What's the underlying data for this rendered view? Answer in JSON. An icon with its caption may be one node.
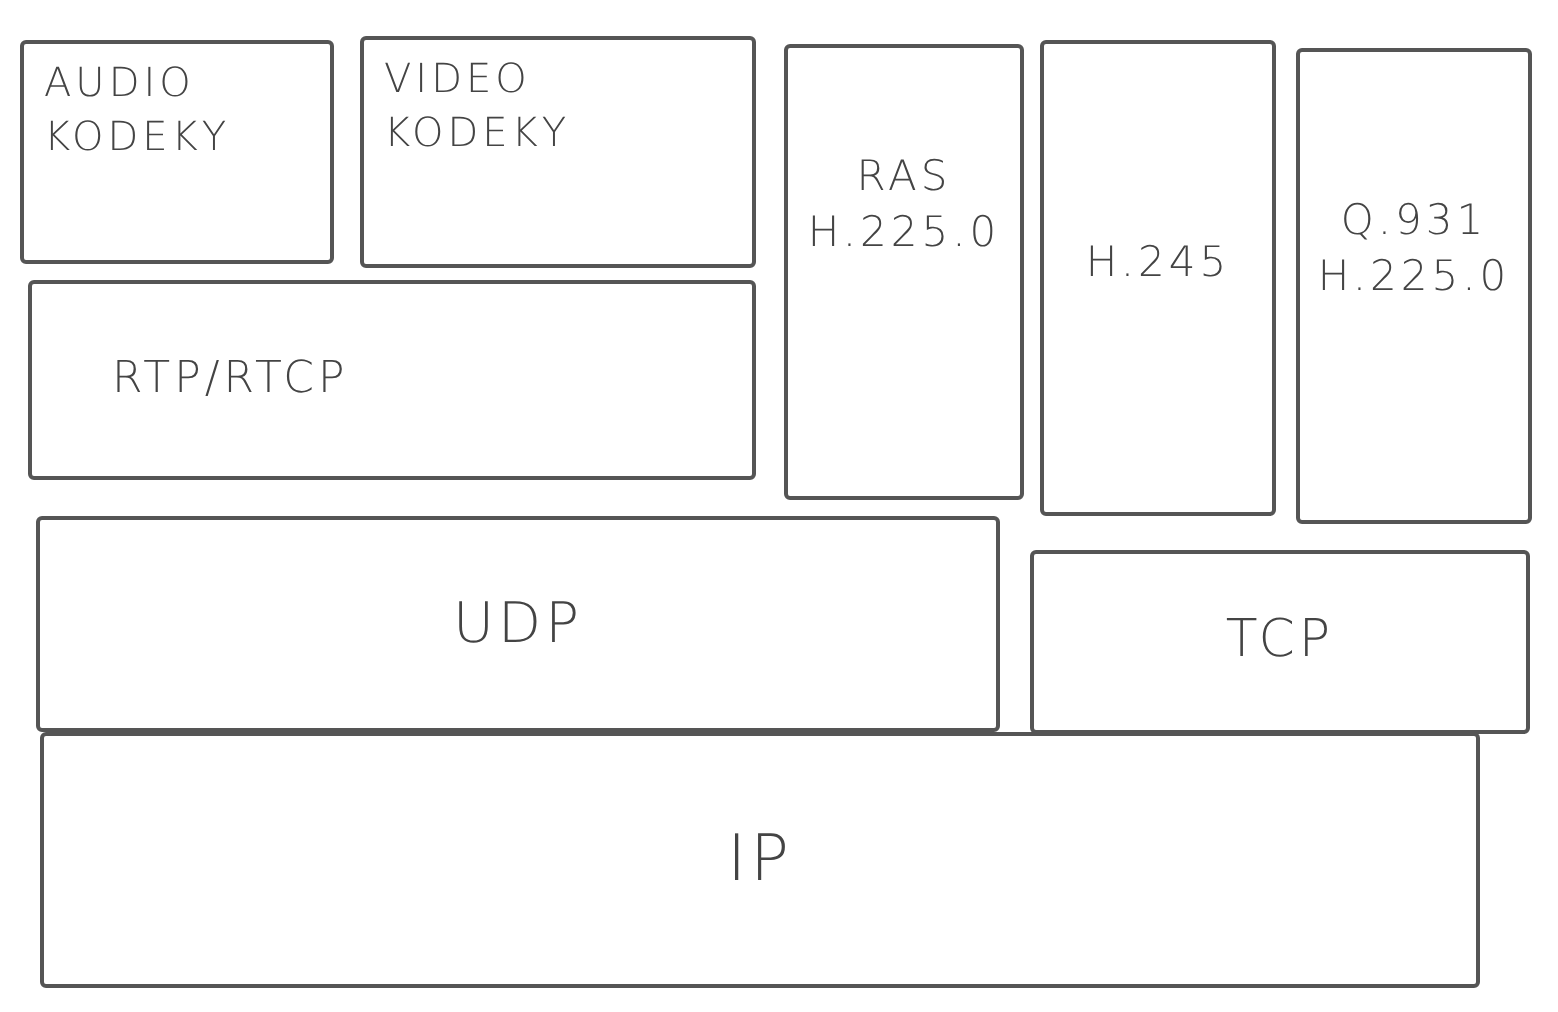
{
  "diagram": {
    "nodes": [
      {
        "text": [
          "AUDIO KODEKY"
        ]
      },
      {
        "text": [
          "VIDEO KODEKY"
        ]
      },
      {
        "text": [
          "RTP/RTCP"
        ]
      },
      {
        "text": [
          "RAS H.225.0"
        ]
      },
      {
        "text": [
          "H.245"
        ]
      },
      {
        "text": [
          "Q.931 H.225.0"
        ]
      },
      {
        "text": [
          "UDP"
        ]
      },
      {
        "text": [
          "TCP"
        ]
      },
      {
        "text": [
          "IP"
        ]
      }
    ]
  }
}
